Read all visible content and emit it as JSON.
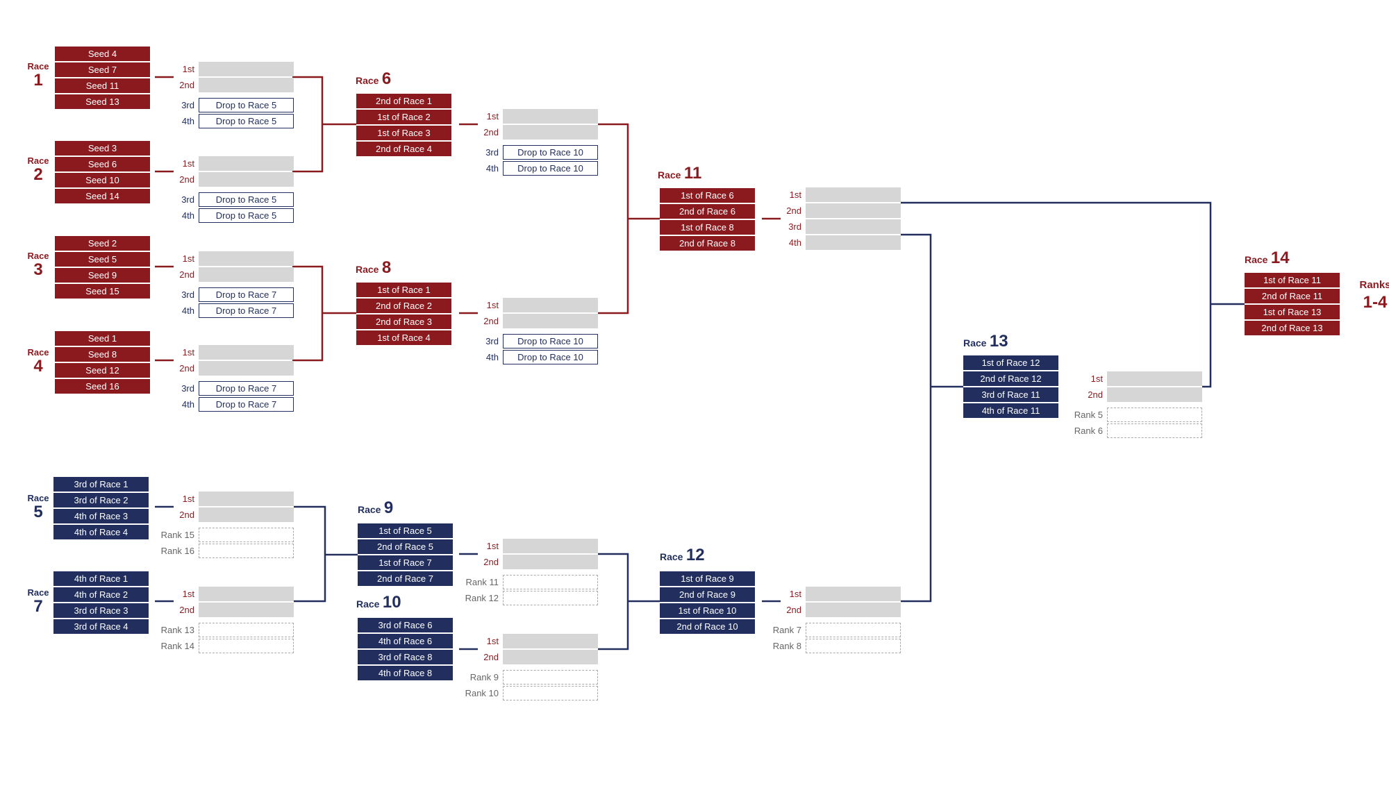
{
  "colors": {
    "red": "#8b1a1f",
    "navy": "#222f5e",
    "slot_fill": "#d6d6d6",
    "rank_border": "#aaaaaa"
  },
  "races": [
    {
      "word": "Race",
      "number": "1",
      "entries": [
        "Seed 4",
        "Seed 7",
        "Seed 11",
        "Seed 13"
      ],
      "color": "red"
    },
    {
      "word": "Race",
      "number": "2",
      "entries": [
        "Seed 3",
        "Seed 6",
        "Seed 10",
        "Seed 14"
      ],
      "color": "red"
    },
    {
      "word": "Race",
      "number": "3",
      "entries": [
        "Seed 2",
        "Seed 5",
        "Seed 9",
        "Seed 15"
      ],
      "color": "red"
    },
    {
      "word": "Race",
      "number": "4",
      "entries": [
        "Seed 1",
        "Seed 8",
        "Seed 12",
        "Seed 16"
      ],
      "color": "red"
    },
    {
      "word": "Race",
      "number": "5",
      "entries": [
        "3rd of Race 1",
        "3rd of Race 2",
        "4th of Race 3",
        "4th of Race 4"
      ],
      "color": "navy"
    },
    {
      "word": "Race",
      "number": "7",
      "entries": [
        "4th of Race 1",
        "4th of Race 2",
        "3rd of Race 3",
        "3rd of Race 4"
      ],
      "color": "navy"
    },
    {
      "word": "Race",
      "number": "6",
      "entries": [
        "2nd of Race 1",
        "1st of Race 2",
        "1st of Race 3",
        "2nd of Race 4"
      ],
      "color": "red"
    },
    {
      "word": "Race",
      "number": "8",
      "entries": [
        "1st of Race 1",
        "2nd of Race 2",
        "2nd of Race 3",
        "1st of Race 4"
      ],
      "color": "red"
    },
    {
      "word": "Race",
      "number": "9",
      "entries": [
        "1st of Race 5",
        "2nd of Race 5",
        "1st of Race 7",
        "2nd of Race 7"
      ],
      "color": "navy"
    },
    {
      "word": "Race",
      "number": "10",
      "entries": [
        "3rd of Race 6",
        "4th of Race 6",
        "3rd of Race 8",
        "4th of Race 8"
      ],
      "color": "navy"
    },
    {
      "word": "Race",
      "number": "11",
      "entries": [
        "1st of Race 6",
        "2nd of Race 6",
        "1st of Race 8",
        "2nd of Race 8"
      ],
      "color": "red"
    },
    {
      "word": "Race",
      "number": "12",
      "entries": [
        "1st of Race 9",
        "2nd of Race 9",
        "1st of Race 10",
        "2nd of Race 10"
      ],
      "color": "navy"
    },
    {
      "word": "Race",
      "number": "13",
      "entries": [
        "1st of Race 12",
        "2nd of Race 12",
        "3rd of Race 11",
        "4th of Race 11"
      ],
      "color": "navy"
    },
    {
      "word": "Race",
      "number": "14",
      "entries": [
        "1st of Race 11",
        "2nd of Race 11",
        "1st of Race 13",
        "2nd of Race 13"
      ],
      "color": "red"
    }
  ],
  "results": [
    {
      "rows": [
        {
          "label": "1st",
          "kind": "adv"
        },
        {
          "label": "2nd",
          "kind": "adv"
        },
        {
          "label": "3rd",
          "kind": "drop",
          "text": "Drop to Race 5"
        },
        {
          "label": "4th",
          "kind": "drop",
          "text": "Drop to Race 5"
        }
      ]
    },
    {
      "rows": [
        {
          "label": "1st",
          "kind": "adv"
        },
        {
          "label": "2nd",
          "kind": "adv"
        },
        {
          "label": "3rd",
          "kind": "drop",
          "text": "Drop to Race 5"
        },
        {
          "label": "4th",
          "kind": "drop",
          "text": "Drop to Race 5"
        }
      ]
    },
    {
      "rows": [
        {
          "label": "1st",
          "kind": "adv"
        },
        {
          "label": "2nd",
          "kind": "adv"
        },
        {
          "label": "3rd",
          "kind": "drop",
          "text": "Drop to Race 7"
        },
        {
          "label": "4th",
          "kind": "drop",
          "text": "Drop to Race 7"
        }
      ]
    },
    {
      "rows": [
        {
          "label": "1st",
          "kind": "adv"
        },
        {
          "label": "2nd",
          "kind": "adv"
        },
        {
          "label": "3rd",
          "kind": "drop",
          "text": "Drop to Race 7"
        },
        {
          "label": "4th",
          "kind": "drop",
          "text": "Drop to Race 7"
        }
      ]
    },
    {
      "rows": [
        {
          "label": "1st",
          "kind": "adv"
        },
        {
          "label": "2nd",
          "kind": "adv"
        },
        {
          "label": "Rank 15",
          "kind": "rank"
        },
        {
          "label": "Rank 16",
          "kind": "rank"
        }
      ]
    },
    {
      "rows": [
        {
          "label": "1st",
          "kind": "adv"
        },
        {
          "label": "2nd",
          "kind": "adv"
        },
        {
          "label": "Rank 13",
          "kind": "rank"
        },
        {
          "label": "Rank 14",
          "kind": "rank"
        }
      ]
    },
    {
      "rows": [
        {
          "label": "1st",
          "kind": "adv"
        },
        {
          "label": "2nd",
          "kind": "adv"
        },
        {
          "label": "3rd",
          "kind": "drop",
          "text": "Drop to Race 10"
        },
        {
          "label": "4th",
          "kind": "drop",
          "text": "Drop to Race 10"
        }
      ]
    },
    {
      "rows": [
        {
          "label": "1st",
          "kind": "adv"
        },
        {
          "label": "2nd",
          "kind": "adv"
        },
        {
          "label": "3rd",
          "kind": "drop",
          "text": "Drop to Race 10"
        },
        {
          "label": "4th",
          "kind": "drop",
          "text": "Drop to Race 10"
        }
      ]
    },
    {
      "rows": [
        {
          "label": "1st",
          "kind": "adv"
        },
        {
          "label": "2nd",
          "kind": "adv"
        },
        {
          "label": "Rank 11",
          "kind": "rank"
        },
        {
          "label": "Rank 12",
          "kind": "rank"
        }
      ]
    },
    {
      "rows": [
        {
          "label": "1st",
          "kind": "adv"
        },
        {
          "label": "2nd",
          "kind": "adv"
        },
        {
          "label": "Rank  9",
          "kind": "rank"
        },
        {
          "label": "Rank 10",
          "kind": "rank"
        }
      ]
    },
    {
      "rows": [
        {
          "label": "1st",
          "kind": "adv"
        },
        {
          "label": "2nd",
          "kind": "adv"
        },
        {
          "label": "3rd",
          "kind": "adv"
        },
        {
          "label": "4th",
          "kind": "adv"
        }
      ]
    },
    {
      "rows": [
        {
          "label": "1st",
          "kind": "adv"
        },
        {
          "label": "2nd",
          "kind": "adv"
        },
        {
          "label": "Rank 7",
          "kind": "rank"
        },
        {
          "label": "Rank 8",
          "kind": "rank"
        }
      ]
    },
    {
      "rows": [
        {
          "label": "1st",
          "kind": "adv"
        },
        {
          "label": "2nd",
          "kind": "adv"
        },
        {
          "label": "Rank 5",
          "kind": "rank"
        },
        {
          "label": "Rank 6",
          "kind": "rank"
        }
      ]
    }
  ],
  "final": {
    "word": "Ranks",
    "value": "1-4"
  }
}
